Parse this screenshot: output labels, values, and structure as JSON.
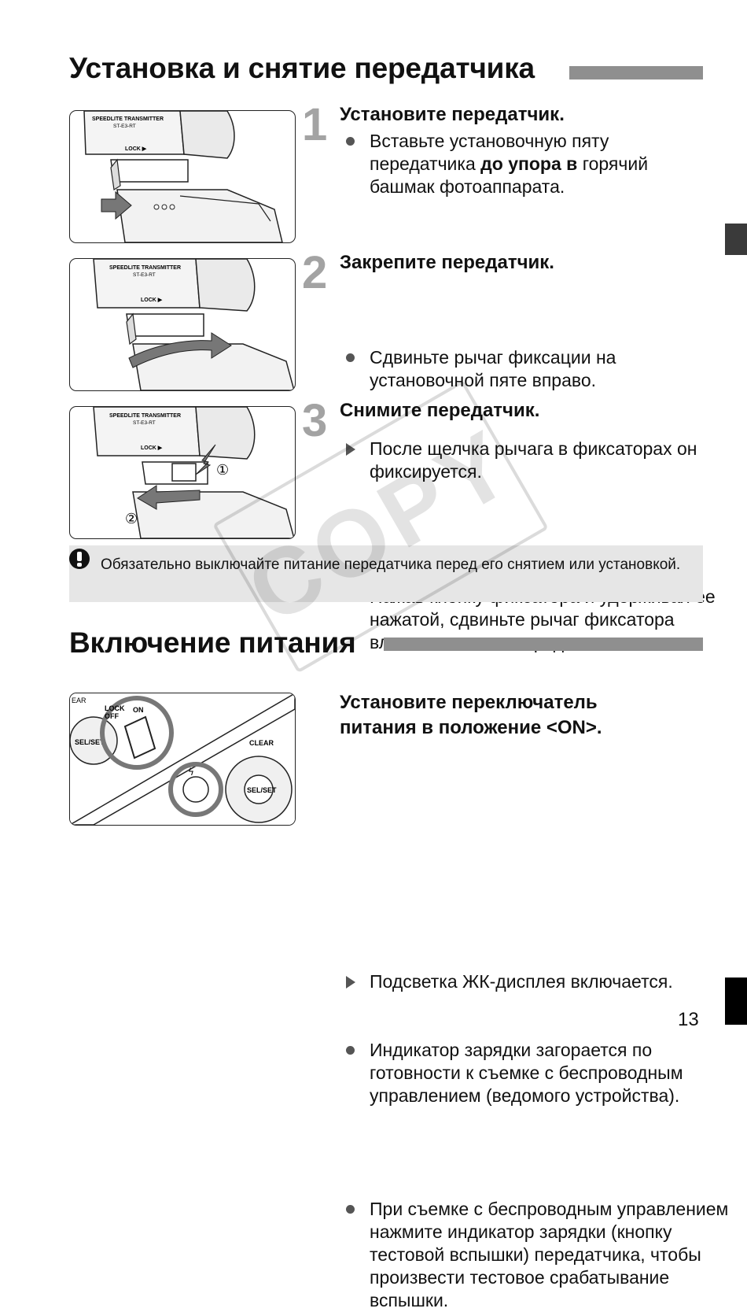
{
  "section1": {
    "title": "Установка и снятие передатчика",
    "steps": [
      {
        "number": "1",
        "title": "Установите передатчик.",
        "bullets": [
          {
            "type": "dot",
            "text_pre": "Вставьте установочную пяту передатчика ",
            "text_bold": "до упора в",
            "text_post": " горячий башмак фотоаппарата."
          }
        ]
      },
      {
        "number": "2",
        "title": "Закрепите передатчик.",
        "bullets": [
          {
            "type": "dot",
            "text": "Сдвиньте рычаг фиксации на установочной пяте вправо."
          },
          {
            "type": "tri",
            "text": "После щелчка рычага в фиксаторах он фиксируется."
          }
        ]
      },
      {
        "number": "3",
        "title": "Снимите передатчик.",
        "bullets": [
          {
            "type": "dot",
            "text": "Нажав кнопку фиксатора и удерживая ее нажатой, сдвиньте рычаг фиксатора влево и снимите передатчик."
          }
        ]
      }
    ],
    "caution_text": "Обязательно выключайте питание передатчика перед его снятием или установкой."
  },
  "illustrations": {
    "device_label_1": "SPEEDLITE TRANSMITTER",
    "device_label_2": "ST-E3-RT",
    "lock_label": "LOCK ▶",
    "callout_1": "①",
    "callout_2": "②",
    "switch_lock": "LOCK",
    "switch_off": "OFF",
    "switch_on": "ON",
    "clear_label": "CLEAR",
    "sel_set_label": "SEL/SET",
    "ear_label": "EAR",
    "flash_symbol": "ϟ"
  },
  "section2": {
    "title": "Включение питания",
    "step_title_line1": "Установите переключатель",
    "step_title_line2": "питания в положение <ON>.",
    "bullets": [
      {
        "type": "tri",
        "text": "Подсветка ЖК-дисплея включается."
      },
      {
        "type": "dot",
        "text": "Индикатор зарядки загорается по готовности к съемке с беспроводным управлением (ведомого устройства)."
      },
      {
        "type": "dot",
        "text": "При съемке с беспроводным управлением нажмите индикатор зарядки (кнопку тестовой вспышки) передатчика, чтобы произвести тестовое срабатывание вспышки."
      }
    ]
  },
  "watermark": "COPY",
  "page_number": "13",
  "colors": {
    "rule": "#8f8f8f",
    "step_number": "#a3a3a3",
    "caution_bg": "#e6e6e6",
    "tab": "#3a3a3a"
  }
}
